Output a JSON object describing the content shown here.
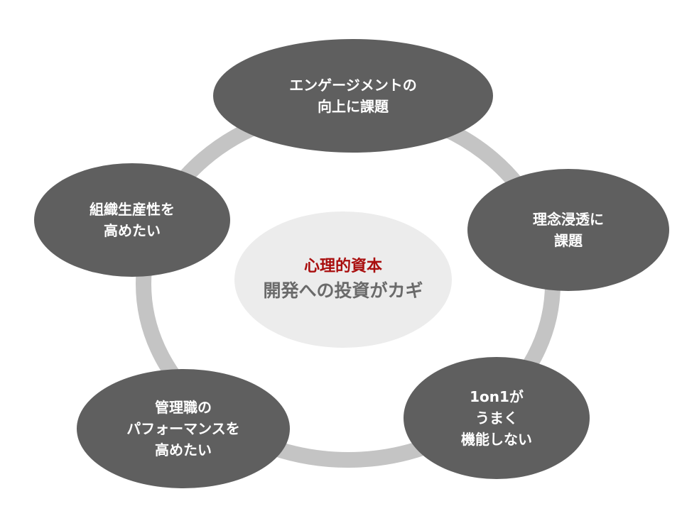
{
  "colors": {
    "ring": "#c4c4c4",
    "bubble": "#5f5f5f",
    "bubble_text": "#ffffff",
    "center_fill": "#ececec",
    "center_title": "#a90e0e",
    "center_subtitle": "#6a6a6a"
  },
  "center": {
    "title": "心理的資本",
    "subtitle": "開発への投資がカギ"
  },
  "issues": {
    "engagement": "エンゲージメントの\n向上に課題",
    "philosophy": "理念浸透に\n課題",
    "one_on_one": "1on1が\nうまく\n機能しない",
    "manager_performance": "管理職の\nパフォーマンスを\n高めたい",
    "org_productivity": "組織生産性を\n高めたい"
  }
}
